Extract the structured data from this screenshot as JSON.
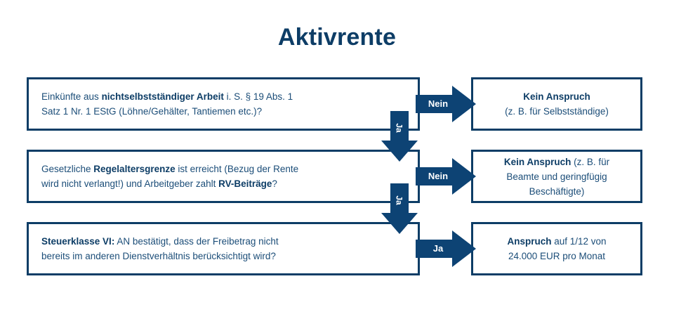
{
  "title": "Aktivrente",
  "colors": {
    "navy_dark": "#0d3d66",
    "navy_arrow": "#0d4374",
    "text_blue": "#1b4d78",
    "background": "#ffffff"
  },
  "questions": [
    {
      "id": "q1",
      "lines": [
        {
          "parts": [
            {
              "text": "Einkünfte aus ",
              "bold": false
            },
            {
              "text": "nichtselbstständiger Arbeit",
              "bold": true
            },
            {
              "text": " i. S. § 19 Abs. 1",
              "bold": false
            }
          ]
        },
        {
          "parts": [
            {
              "text": "Satz 1 Nr. 1 EStG (Löhne/Gehälter, Tantiemen etc.)?",
              "bold": false
            }
          ]
        }
      ]
    },
    {
      "id": "q2",
      "lines": [
        {
          "parts": [
            {
              "text": "Gesetzliche ",
              "bold": false
            },
            {
              "text": "Regelaltersgrenze",
              "bold": true
            },
            {
              "text": " ist erreicht (Bezug der Rente",
              "bold": false
            }
          ]
        },
        {
          "parts": [
            {
              "text": "wird nicht verlangt!) und Arbeitgeber zahlt ",
              "bold": false
            },
            {
              "text": "RV-Beiträge",
              "bold": true
            },
            {
              "text": "?",
              "bold": false
            }
          ]
        }
      ]
    },
    {
      "id": "q3",
      "lines": [
        {
          "parts": [
            {
              "text": "Steuerklasse VI:",
              "bold": true
            },
            {
              "text": " AN bestätigt, dass der Freibetrag nicht",
              "bold": false
            }
          ]
        },
        {
          "parts": [
            {
              "text": "bereits im anderen Dienstverhältnis berücksichtigt wird?",
              "bold": false
            }
          ]
        }
      ]
    }
  ],
  "results": [
    {
      "id": "r1",
      "lines": [
        {
          "parts": [
            {
              "text": "Kein Anspruch",
              "bold": true
            }
          ]
        },
        {
          "parts": [
            {
              "text": "(z. B. für Selbstständige)",
              "bold": false
            }
          ]
        }
      ]
    },
    {
      "id": "r2",
      "lines": [
        {
          "parts": [
            {
              "text": "Kein Anspruch",
              "bold": true
            },
            {
              "text": " (z. B. für",
              "bold": false
            }
          ]
        },
        {
          "parts": [
            {
              "text": "Beamte und geringfügig",
              "bold": false
            }
          ]
        },
        {
          "parts": [
            {
              "text": "Beschäftigte)",
              "bold": false
            }
          ]
        }
      ]
    },
    {
      "id": "r3",
      "lines": [
        {
          "parts": [
            {
              "text": "Anspruch",
              "bold": true
            },
            {
              "text": " auf 1/12 von",
              "bold": false
            }
          ]
        },
        {
          "parts": [
            {
              "text": "24.000 EUR pro Monat",
              "bold": false
            }
          ]
        }
      ]
    }
  ],
  "connectors": {
    "horizontal": [
      {
        "id": "nein-1",
        "label": "Nein",
        "direction": "right",
        "from": "q1",
        "to": "r1"
      },
      {
        "id": "nein-2",
        "label": "Nein",
        "direction": "right",
        "from": "q2",
        "to": "r2"
      },
      {
        "id": "ja-3",
        "label": "Ja",
        "direction": "right",
        "from": "q3",
        "to": "r3"
      }
    ],
    "vertical": [
      {
        "id": "ja-1",
        "label": "Ja",
        "direction": "down",
        "from": "q1",
        "to": "q2"
      },
      {
        "id": "ja-2",
        "label": "Ja",
        "direction": "down",
        "from": "q2",
        "to": "q3"
      }
    ]
  }
}
